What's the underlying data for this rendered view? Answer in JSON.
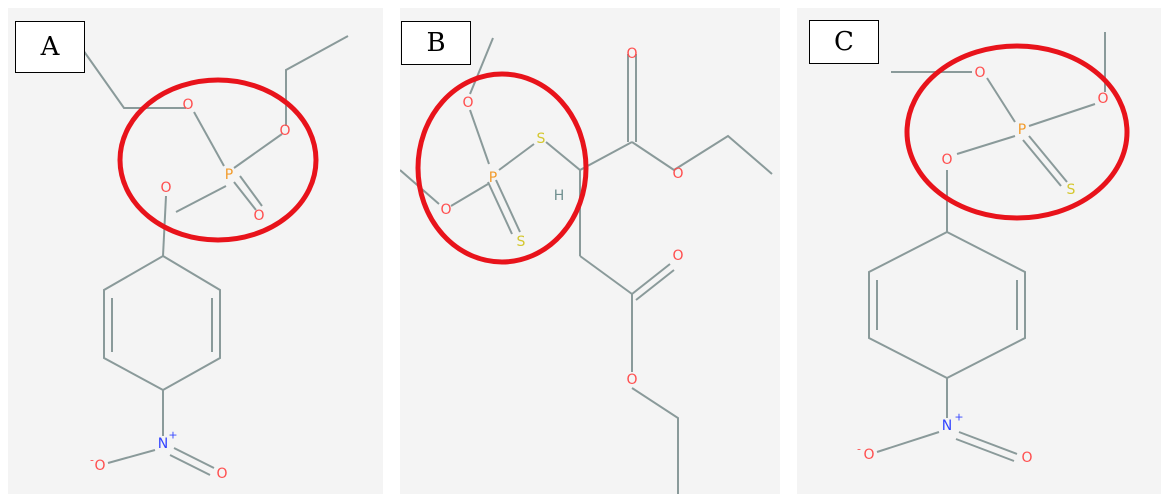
{
  "panels": [
    {
      "label": "A"
    },
    {
      "label": "B"
    },
    {
      "label": "C"
    }
  ],
  "atoms": {
    "oxygen": "O",
    "phosphorus": "P",
    "sulfur": "S",
    "nitrogen": "N",
    "hydrogen": "H",
    "plus": "+",
    "minus": "-"
  },
  "colors": {
    "background": "#f4f4f4",
    "bond": "#8a9a9a",
    "oxygen": "#ff4d4d",
    "phosphorus": "#f29b2c",
    "sulfur": "#d4c72f",
    "nitrogen": "#3344ff",
    "hydrogen": "#6f8f8f",
    "highlight": "#e8131b"
  }
}
